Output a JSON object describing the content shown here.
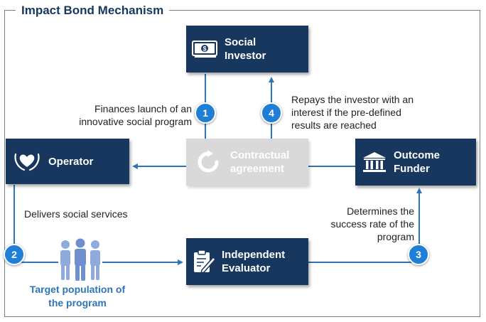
{
  "title": "Impact Bond Mechanism",
  "boxes": {
    "social_investor": {
      "line1": "Social",
      "line2": "Investor",
      "icon": "money-icon"
    },
    "operator": {
      "line1": "Operator",
      "icon": "hands-heart-icon"
    },
    "contractual": {
      "line1": "Contractual",
      "line2": "agreement",
      "icon": "circular-arrow-icon"
    },
    "outcome_funder": {
      "line1": "Outcome",
      "line2": "Funder",
      "icon": "building-icon"
    },
    "evaluator": {
      "line1": "Independent",
      "line2": "Evaluator",
      "icon": "clipboard-pen-icon"
    }
  },
  "steps": {
    "step1": {
      "number": "1",
      "text1": "Finances launch of an",
      "text2": "innovative social program"
    },
    "step2": {
      "number": "2",
      "text1": "Delivers social services"
    },
    "step3": {
      "number": "3",
      "text1": "Determines the",
      "text2": "success rate of the",
      "text3": "program"
    },
    "step4": {
      "number": "4",
      "text1": "Repays the investor with an",
      "text2": "interest if the pre-defined",
      "text3": "results are reached"
    }
  },
  "target": {
    "line1": "Target population of",
    "line2": "the program",
    "icon": "people-icon"
  },
  "colors": {
    "navy": "#17375e",
    "arrow": "#2e75b6",
    "badge": "#1f7fd6",
    "grey": "#d9d9d9",
    "target_text": "#2e75b6"
  }
}
